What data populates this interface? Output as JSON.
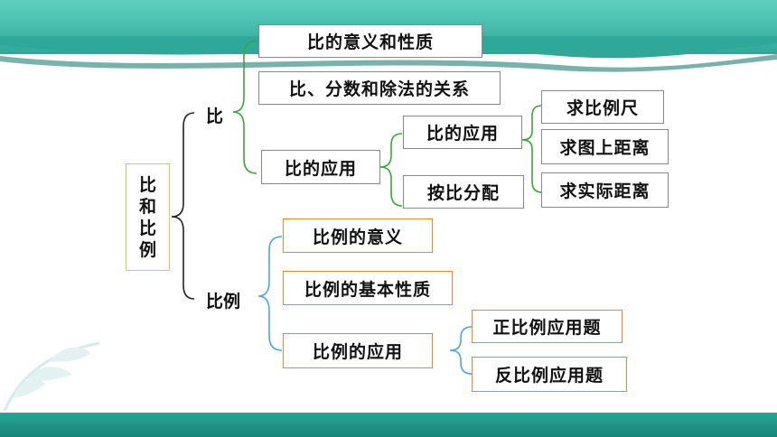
{
  "root": {
    "chars": [
      "比",
      "和",
      "比",
      "例"
    ]
  },
  "branches": {
    "bi": {
      "label": "比",
      "items": {
        "meaning": "比的意义和性质",
        "relation": "比、分数和除法的关系",
        "application": "比的应用"
      },
      "application_children": {
        "app": "比的应用",
        "distribute": "按比分配"
      },
      "app_children": [
        "求比例尺",
        "求图上距离",
        "求实际距离"
      ]
    },
    "bili": {
      "label": "比例",
      "items": {
        "meaning": "比例的意义",
        "basic": "比例的基本性质",
        "application": "比例的应用"
      },
      "app_children": [
        "正比例应用题",
        "反比例应用题"
      ]
    }
  },
  "colors": {
    "green_brace": "#3aa53a",
    "blue_brace": "#4aa8d8",
    "black_brace": "#222222",
    "orange_border": "#e38a2a",
    "root_border": "#e7c24b",
    "teal_band": "#2fa89a"
  }
}
